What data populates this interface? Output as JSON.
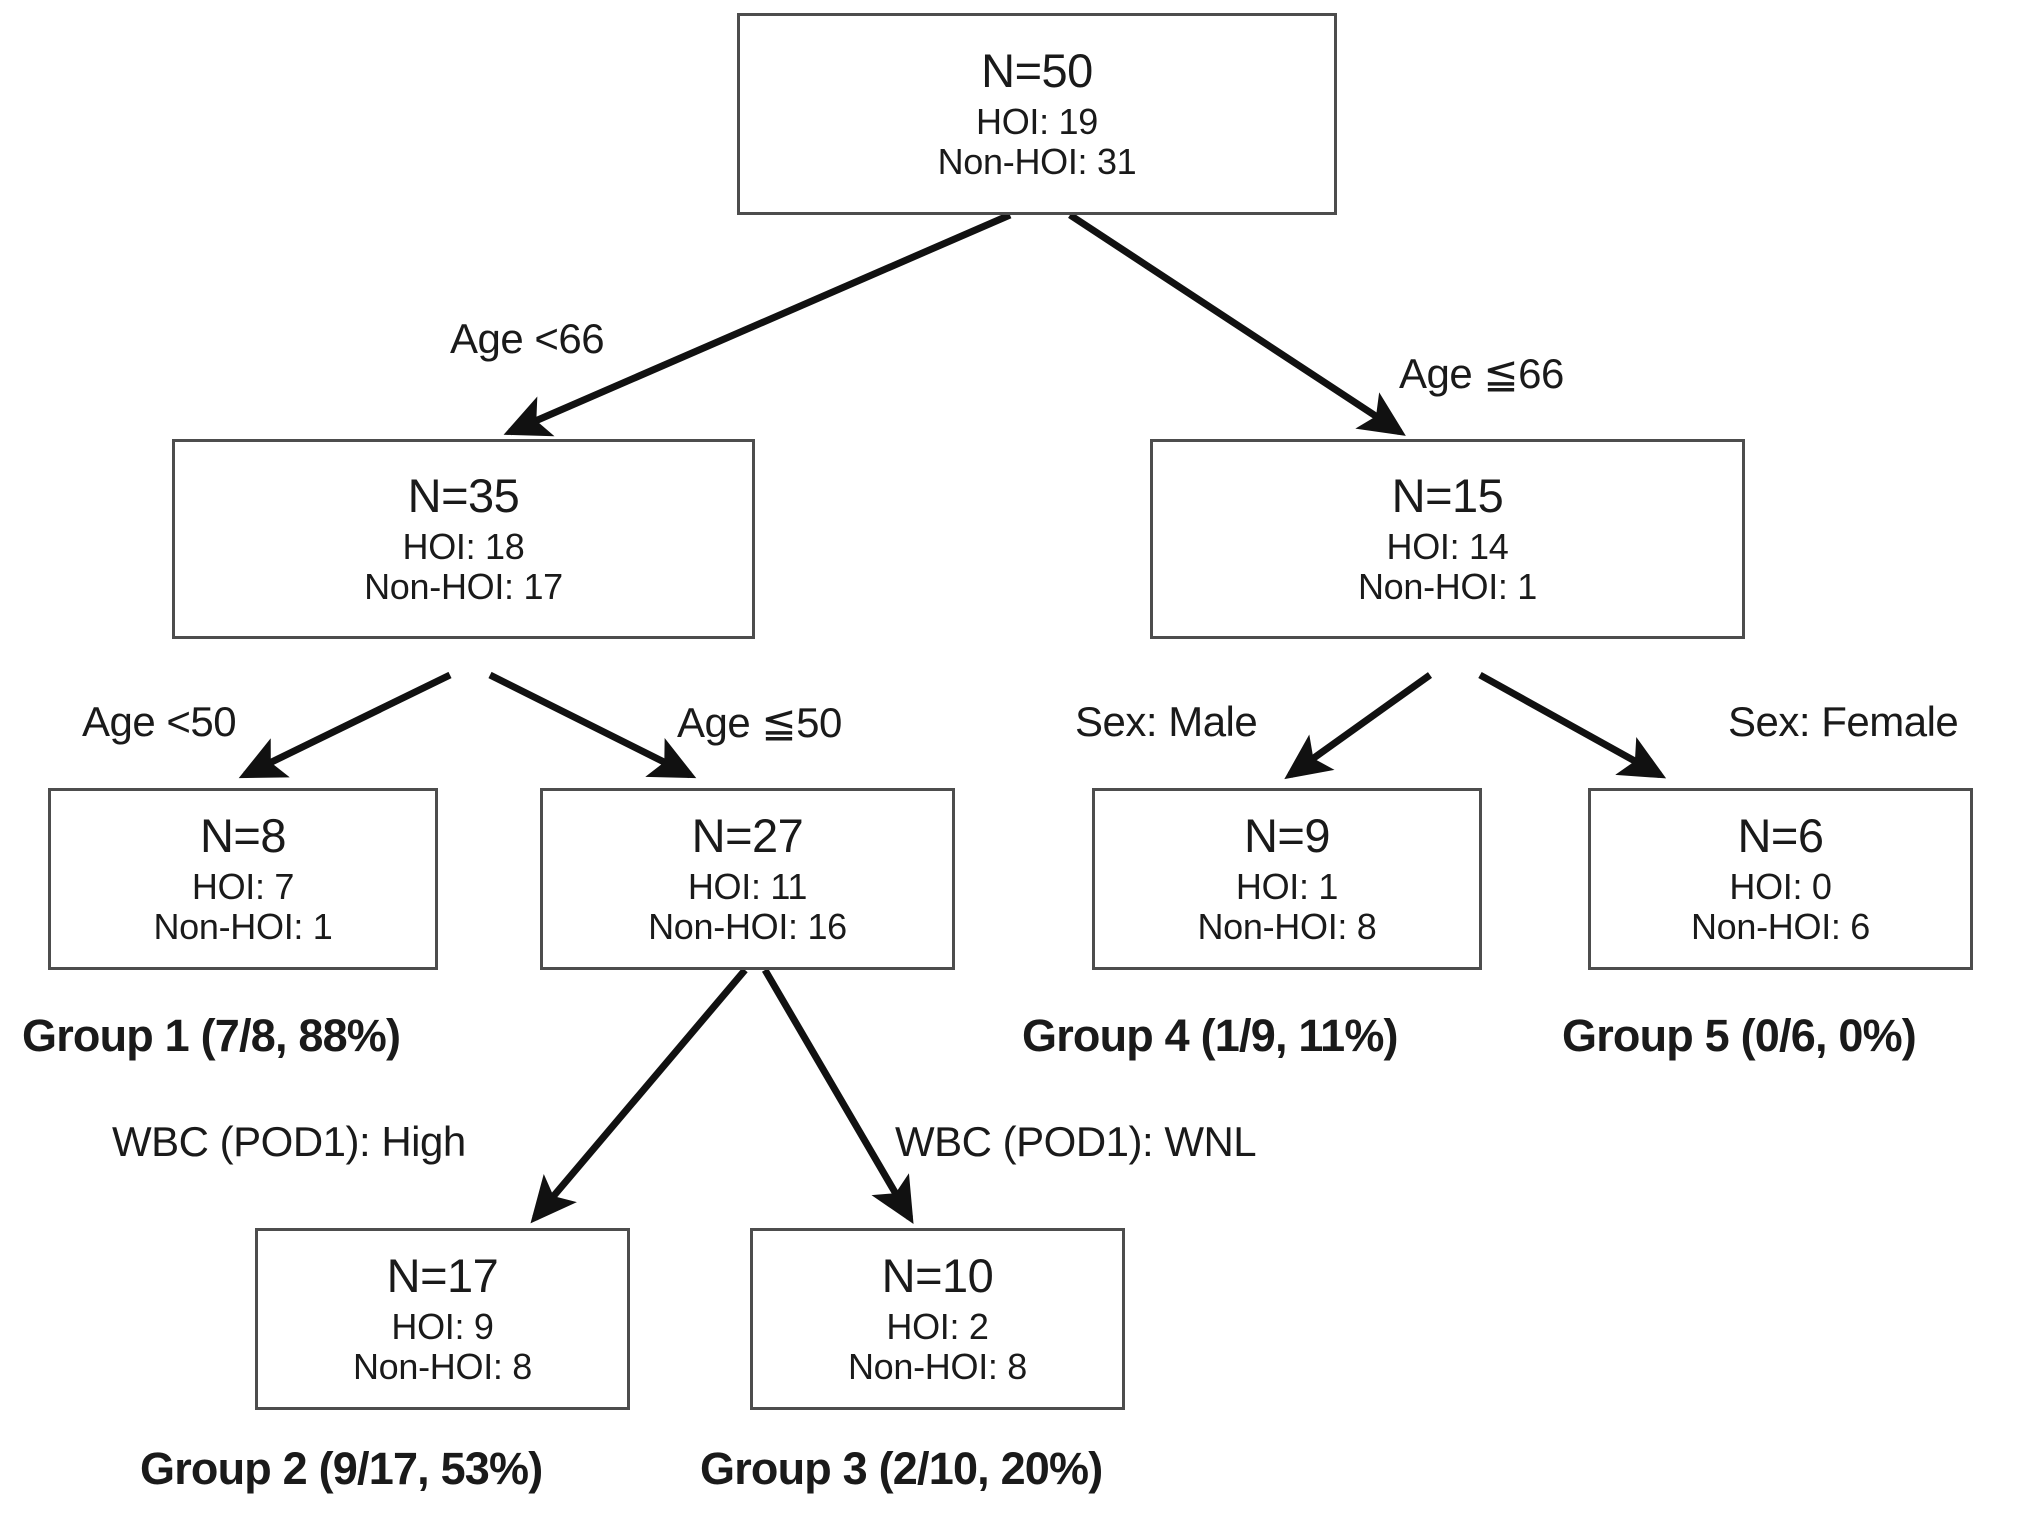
{
  "diagram": {
    "type": "decision-tree",
    "title": "",
    "nodes": [
      {
        "id": "root",
        "title": "N=50",
        "line1": "HOI: 19",
        "line2": "Non-HOI: 31",
        "n": 50,
        "hoi": 19,
        "non_hoi": 31
      },
      {
        "id": "age-lt-66",
        "title": "N=35",
        "line1": "HOI: 18",
        "line2": "Non-HOI: 17",
        "n": 35,
        "hoi": 18,
        "non_hoi": 17
      },
      {
        "id": "age-ge-66",
        "title": "N=15",
        "line1": "HOI: 14",
        "line2": "Non-HOI: 1",
        "n": 15,
        "hoi": 14,
        "non_hoi": 1
      },
      {
        "id": "group1",
        "title": "N=8",
        "line1": "HOI: 7",
        "line2": "Non-HOI: 1",
        "n": 8,
        "hoi": 7,
        "non_hoi": 1
      },
      {
        "id": "age-ge-50",
        "title": "N=27",
        "line1": "HOI: 11",
        "line2": "Non-HOI: 16",
        "n": 27,
        "hoi": 11,
        "non_hoi": 16
      },
      {
        "id": "group4",
        "title": "N=9",
        "line1": "HOI: 1",
        "line2": "Non-HOI: 8",
        "n": 9,
        "hoi": 1,
        "non_hoi": 8
      },
      {
        "id": "group5",
        "title": "N=6",
        "line1": "HOI: 0",
        "line2": "Non-HOI: 6",
        "n": 6,
        "hoi": 0,
        "non_hoi": 6
      },
      {
        "id": "group2",
        "title": "N=17",
        "line1": "HOI: 9",
        "line2": "Non-HOI: 8",
        "n": 17,
        "hoi": 9,
        "non_hoi": 8
      },
      {
        "id": "group3",
        "title": "N=10",
        "line1": "HOI: 2",
        "line2": "Non-HOI: 8",
        "n": 10,
        "hoi": 2,
        "non_hoi": 8
      }
    ],
    "edge_labels": [
      {
        "id": "age-lt-66",
        "text": "Age <66"
      },
      {
        "id": "age-ge-66",
        "text": "Age ≦66"
      },
      {
        "id": "age-lt-50",
        "text": "Age <50"
      },
      {
        "id": "age-ge-50",
        "text": "Age ≦50"
      },
      {
        "id": "sex-male",
        "text": "Sex: Male"
      },
      {
        "id": "sex-female",
        "text": "Sex: Female"
      },
      {
        "id": "wbc-high",
        "text": "WBC (POD1): High"
      },
      {
        "id": "wbc-wnl",
        "text": "WBC (POD1): WNL"
      }
    ],
    "group_labels": [
      {
        "id": "group-1",
        "text": "Group 1 (7/8, 88%)"
      },
      {
        "id": "group-4",
        "text": "Group 4 (1/9, 11%)"
      },
      {
        "id": "group-5",
        "text": "Group 5 (0/6, 0%)"
      },
      {
        "id": "group-2",
        "text": "Group 2 (9/17, 53%)"
      },
      {
        "id": "group-3",
        "text": "Group 3 (2/10, 20%)"
      }
    ],
    "colors": {
      "box_border": "#4d4d4d",
      "text": "#1a1a1a",
      "arrow": "#111111",
      "background": "#ffffff"
    }
  }
}
